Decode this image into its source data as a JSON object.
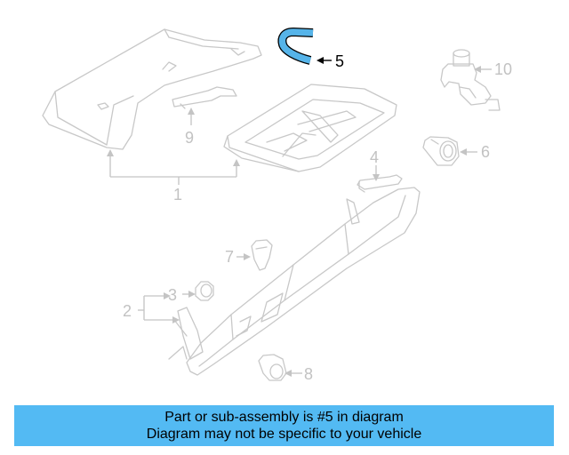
{
  "colors": {
    "highlight": "#56b4e9",
    "banner": "#53baf3",
    "part_stroke": "#c8c8c8",
    "label_gray": "#c2c2c2"
  },
  "diagram": {
    "highlighted_part": "5",
    "callouts": {
      "c1": "1",
      "c2": "2",
      "c3": "3",
      "c4": "4",
      "c5": "5",
      "c6": "6",
      "c7": "7",
      "c8": "8",
      "c9": "9",
      "c10": "10"
    }
  },
  "banner": {
    "line1": "Part or sub-assembly is #5 in diagram",
    "line2": "Diagram may not be specific to your vehicle"
  }
}
